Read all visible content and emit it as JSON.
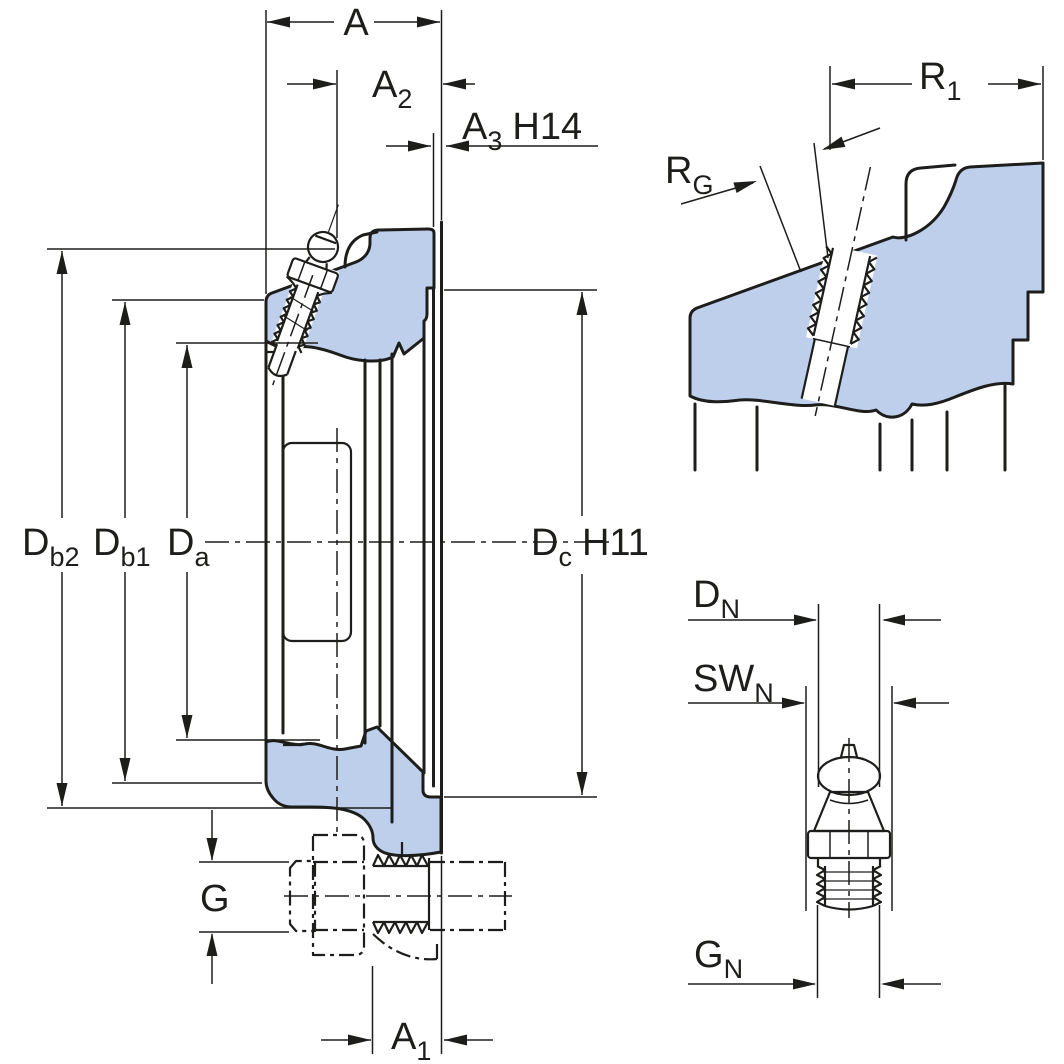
{
  "labels": {
    "a": {
      "main": "A"
    },
    "a2": {
      "main": "A",
      "sub": "2"
    },
    "a3": {
      "main": "A",
      "sub": "3",
      "suffix": "H14"
    },
    "db2": {
      "main": "D",
      "sub": "b2"
    },
    "db1": {
      "main": "D",
      "sub": "b1"
    },
    "da": {
      "main": "D",
      "sub": "a"
    },
    "dc": {
      "main": "D",
      "sub": "c",
      "suffix": "H11"
    },
    "g": {
      "main": "G"
    },
    "a1": {
      "main": "A",
      "sub": "1"
    },
    "r1": {
      "main": "R",
      "sub": "1"
    },
    "rg": {
      "main": "R",
      "sub": "G"
    },
    "dn": {
      "main": "D",
      "sub": "N"
    },
    "swn": {
      "main": "SW",
      "sub": "N"
    },
    "gn": {
      "main": "G",
      "sub": "N"
    }
  },
  "colors": {
    "section_fill": "#bdcfeb",
    "line": "#1d1d1b",
    "background": "#ffffff"
  }
}
